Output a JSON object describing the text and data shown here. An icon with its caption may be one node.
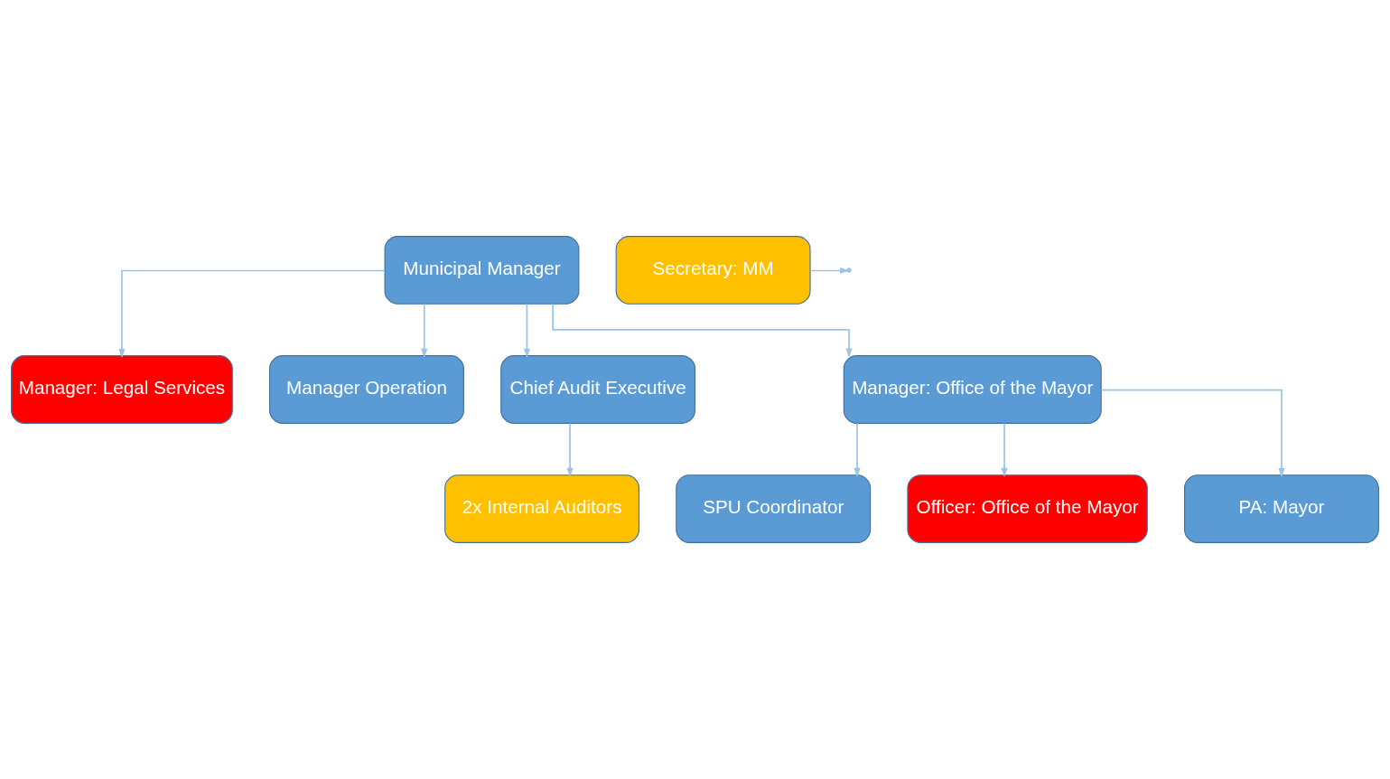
{
  "diagram": {
    "nodes": [
      {
        "text": [
          "Municipal Manager"
        ]
      },
      {
        "text": [
          "Secretary: MM"
        ]
      },
      {
        "text": [
          "Manager: Legal Services"
        ]
      },
      {
        "text": [
          "Manager Operation"
        ]
      },
      {
        "text": [
          "Chief Audit Executive"
        ]
      },
      {
        "text": [
          "Manager: Office of the Mayor"
        ]
      },
      {
        "text": [
          "2x Internal Auditors"
        ]
      },
      {
        "text": [
          "SPU Coordinator"
        ]
      },
      {
        "text": [
          "Officer: Office of the Mayor"
        ]
      },
      {
        "text": [
          "PA: Mayor"
        ]
      }
    ],
    "edges": [
      {
        "from": 1,
        "to": null,
        "arrow": "to"
      },
      {
        "from": 0,
        "to": 2,
        "arrow": "to"
      },
      {
        "from": 0,
        "to": 3,
        "arrow": "to"
      },
      {
        "from": 0,
        "to": 4,
        "arrow": "to"
      },
      {
        "from": 0,
        "to": 5,
        "arrow": "to"
      },
      {
        "from": 4,
        "to": 6,
        "arrow": "to"
      },
      {
        "from": 5,
        "to": 7,
        "arrow": "to"
      },
      {
        "from": 5,
        "to": 8,
        "arrow": "to"
      },
      {
        "from": 5,
        "to": 9,
        "arrow": "to"
      }
    ]
  }
}
